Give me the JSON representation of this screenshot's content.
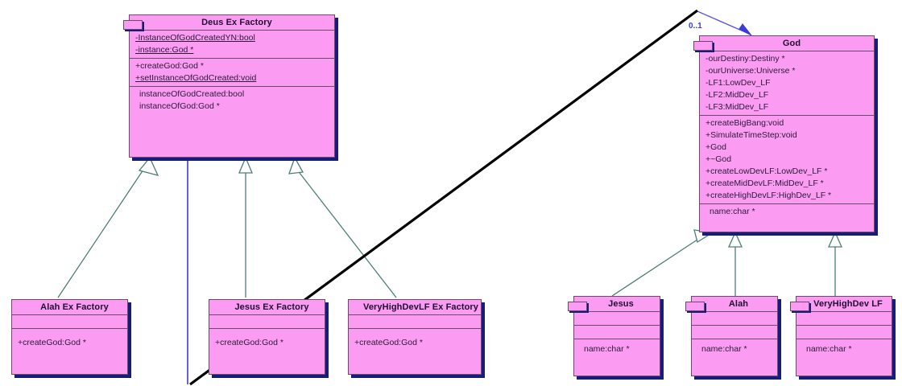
{
  "diagram": {
    "title": "Deus Ex Factory UML class diagram",
    "colors": {
      "class_fill": "#FB9BF2",
      "class_border": "#6b4a6b",
      "shadow": "#141E78",
      "generalization": "#4d7d78",
      "association": "#3b3bd6",
      "overlay_line": "#000000",
      "text": "#2b1b3a"
    },
    "classes": [
      {
        "id": "deus-ex-factory",
        "name": "Deus Ex Factory",
        "has_tab": true,
        "attributes": [
          {
            "text": "-InstanceOfGodCreatedYN:bool",
            "static": true
          },
          {
            "text": "-instance:God *",
            "static": true
          }
        ],
        "operations": [
          {
            "text": "+createGod:God *",
            "static": false
          },
          {
            "text": "+setInstanceOfGodCreated:void",
            "static": true
          }
        ],
        "extras": [
          {
            "text": "instanceOfGodCreated:bool",
            "static": false
          },
          {
            "text": "instanceOfGod:God *",
            "static": false
          }
        ]
      },
      {
        "id": "god",
        "name": "God",
        "has_tab": true,
        "attributes": [
          {
            "text": "-ourDestiny:Destiny *",
            "static": false
          },
          {
            "text": "-ourUniverse:Universe *",
            "static": false
          },
          {
            "text": "-LF1:LowDev_LF",
            "static": false
          },
          {
            "text": "-LF2:MidDev_LF",
            "static": false
          },
          {
            "text": "-LF3:MidDev_LF",
            "static": false
          }
        ],
        "operations": [
          {
            "text": "+createBigBang:void",
            "static": false
          },
          {
            "text": "+SimulateTimeStep:void",
            "static": false
          },
          {
            "text": "+God",
            "static": false
          },
          {
            "text": "+~God",
            "static": false
          },
          {
            "text": "+createLowDevLF:LowDev_LF *",
            "static": false
          },
          {
            "text": "+createMidDevLF:MidDev_LF *",
            "static": false
          },
          {
            "text": "+createHighDevLF:HighDev_LF *",
            "static": false
          }
        ],
        "extras": [
          {
            "text": "name:char *",
            "static": false
          }
        ]
      },
      {
        "id": "alah-ex-factory",
        "name": "Alah Ex Factory",
        "has_tab": false,
        "attributes": [],
        "operations": [
          {
            "text": "+createGod:God *",
            "static": false
          }
        ],
        "extras": []
      },
      {
        "id": "jesus-ex-factory",
        "name": "Jesus Ex Factory",
        "has_tab": false,
        "attributes": [],
        "operations": [
          {
            "text": "+createGod:God *",
            "static": false
          }
        ],
        "extras": []
      },
      {
        "id": "veryhighdevlf-ex-factory",
        "name": "VeryHighDevLF Ex Factory",
        "has_tab": false,
        "attributes": [],
        "operations": [
          {
            "text": "+createGod:God *",
            "static": false
          }
        ],
        "extras": []
      },
      {
        "id": "jesus",
        "name": "Jesus",
        "has_tab": true,
        "attributes": [],
        "operations": [],
        "extras": [
          {
            "text": "name:char *",
            "static": false
          }
        ]
      },
      {
        "id": "alah",
        "name": "Alah",
        "has_tab": true,
        "attributes": [],
        "operations": [],
        "extras": [
          {
            "text": "name:char *",
            "static": false
          }
        ]
      },
      {
        "id": "veryhighdev-lf",
        "name": "VeryHighDev LF",
        "has_tab": true,
        "attributes": [],
        "operations": [],
        "extras": [
          {
            "text": "name:char *",
            "static": false
          }
        ]
      }
    ],
    "labels": {
      "multiplicity_god": "0..1"
    },
    "relationships": [
      {
        "type": "generalization",
        "from": "alah-ex-factory",
        "to": "deus-ex-factory"
      },
      {
        "type": "generalization",
        "from": "jesus-ex-factory",
        "to": "deus-ex-factory"
      },
      {
        "type": "generalization",
        "from": "veryhighdevlf-ex-factory",
        "to": "deus-ex-factory"
      },
      {
        "type": "generalization",
        "from": "jesus",
        "to": "god"
      },
      {
        "type": "generalization",
        "from": "alah",
        "to": "god"
      },
      {
        "type": "generalization",
        "from": "veryhighdev-lf",
        "to": "god"
      },
      {
        "type": "association",
        "from": "deus-ex-factory",
        "to": "god",
        "multiplicity": "0..1"
      }
    ]
  }
}
